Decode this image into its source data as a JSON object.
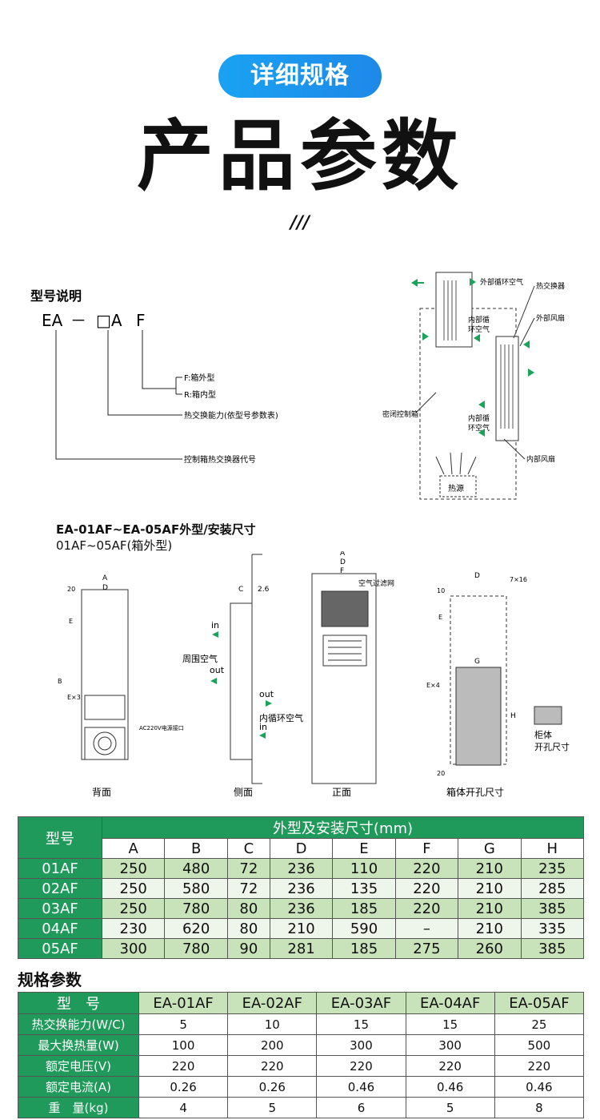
{
  "header": {
    "pill": "详细规格",
    "title": "产品参数",
    "divider": "///"
  },
  "model_explain": {
    "title": "型号说明",
    "code": [
      "EA",
      "－",
      "□A",
      "F"
    ],
    "f_out": "F:箱外型",
    "r_in": "R:箱内型",
    "capacity": "热交换能力(依型号参数表)",
    "code_desc": "控制箱热交换器代号"
  },
  "flow_diagram": {
    "outer_air": "外部循环空气",
    "exchanger": "热交换器",
    "outer_fan": "外部风扇",
    "inner_air_1a": "内部循",
    "inner_air_1b": "环空气",
    "sealed_box": "密闭控制箱",
    "inner_air_2a": "内部循",
    "inner_air_2b": "环空气",
    "inner_fan": "内部风扇",
    "heat": "热源"
  },
  "dimensions": {
    "title": "EA-01AF~EA-05AF外型/安装尺寸",
    "subtitle": "01AF~05AF(箱外型)",
    "back": {
      "label": "背面",
      "A": "A",
      "D": "D",
      "B": "B",
      "E": "E",
      "Ex3": "E×3",
      "d20": "20",
      "power": "AC220V电源接口"
    },
    "side": {
      "label": "侧面",
      "C": "C",
      "c26": "2.6",
      "in1": "in",
      "ambient": "周围空气",
      "out1": "out",
      "out2": "out",
      "inner": "内循环空气",
      "in2": "in"
    },
    "front": {
      "label": "正面",
      "A": "A",
      "D": "D",
      "F": "F",
      "filter": "空气过滤网"
    },
    "cutout": {
      "label": "箱体开孔尺寸",
      "D": "D",
      "hole": "7×16",
      "d10": "10",
      "E": "E",
      "G": "G",
      "Ex4": "E×4",
      "H": "H",
      "d20": "20",
      "legend1": "柜体",
      "legend2": "开孔尺寸"
    }
  },
  "dim_table": {
    "model_header": "型号",
    "group_header": "外型及安装尺寸(mm)",
    "columns": [
      "A",
      "B",
      "C",
      "D",
      "E",
      "F",
      "G",
      "H"
    ],
    "rows": [
      {
        "model": "01AF",
        "values": [
          "250",
          "480",
          "72",
          "236",
          "110",
          "220",
          "210",
          "235"
        ]
      },
      {
        "model": "02AF",
        "values": [
          "250",
          "580",
          "72",
          "236",
          "135",
          "220",
          "210",
          "285"
        ]
      },
      {
        "model": "03AF",
        "values": [
          "250",
          "780",
          "80",
          "236",
          "185",
          "220",
          "210",
          "385"
        ]
      },
      {
        "model": "04AF",
        "values": [
          "230",
          "620",
          "80",
          "210",
          "590",
          "–",
          "210",
          "335"
        ]
      },
      {
        "model": "05AF",
        "values": [
          "300",
          "780",
          "90",
          "281",
          "185",
          "275",
          "260",
          "385"
        ]
      }
    ]
  },
  "spec_table": {
    "title": "规格参数",
    "model_header": "型　号",
    "columns": [
      "EA-01AF",
      "EA-02AF",
      "EA-03AF",
      "EA-04AF",
      "EA-05AF"
    ],
    "rows": [
      {
        "label": "热交换能力(W/C)",
        "values": [
          "5",
          "10",
          "15",
          "15",
          "25"
        ]
      },
      {
        "label": "最大换热量(W)",
        "values": [
          "100",
          "200",
          "300",
          "300",
          "500"
        ]
      },
      {
        "label": "额定电压(V)",
        "values": [
          "220",
          "220",
          "220",
          "220",
          "220"
        ]
      },
      {
        "label": "额定电流(A)",
        "values": [
          "0.26",
          "0.26",
          "0.46",
          "0.46",
          "0.46"
        ]
      },
      {
        "label": "重　量(kg)",
        "values": [
          "4",
          "5",
          "6",
          "5",
          "8"
        ]
      }
    ]
  },
  "colors": {
    "header_green": "#1f9a5a",
    "light_green": "#c8e2b9",
    "pale_green": "#eef5ea",
    "pill_blue": "#1e88e8",
    "arrow_green": "#1aa35a"
  }
}
